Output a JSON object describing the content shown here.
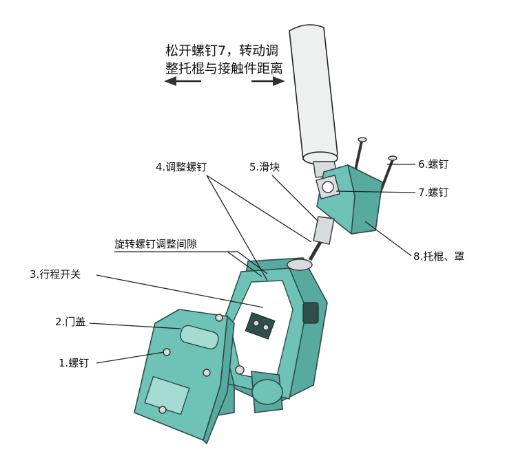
{
  "instruction": {
    "line1": "松开螺钉7，转动调",
    "line2": "整托棍与接触件距离"
  },
  "labels": {
    "adjust_screw": "4.调整螺钉",
    "slider": "5.滑块",
    "screw6": "6.螺钉",
    "screw7": "7.螺钉",
    "roller_cover": "8.托棍、罩",
    "rotate_gap": "旋转螺钉调整间隙",
    "travel_switch": "3.行程开关",
    "door_cover": "2.门盖",
    "screw1": "1.螺钉"
  },
  "colors": {
    "body": "#6fc2b6",
    "dark": "#2f4f4c"
  }
}
